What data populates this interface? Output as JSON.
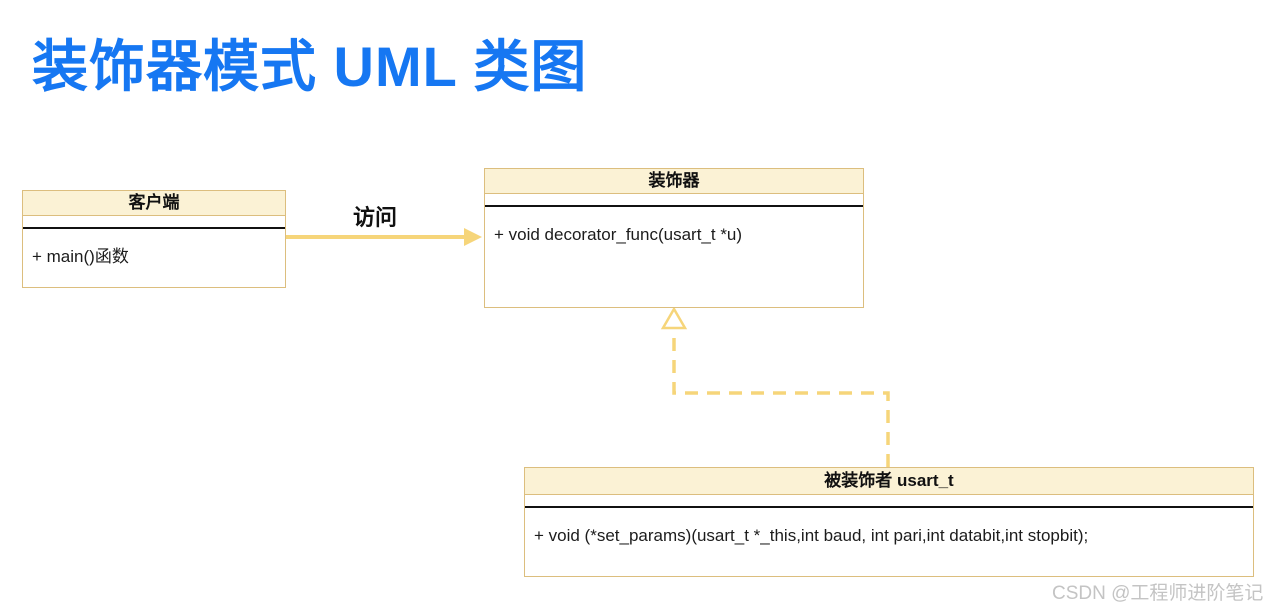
{
  "title": {
    "text": "装饰器模式 UML 类图"
  },
  "colors": {
    "title_blue": "#1677f2",
    "box_border": "#dcbe7e",
    "header_fill": "#fbf2d5",
    "connector_gold": "#f6d57a",
    "compartment_line": "#111111",
    "method_text": "#1c1c1c",
    "watermark_gray": "#c4c4c4"
  },
  "classes": [
    {
      "title": "客户端",
      "methods": [
        "+ main()函数"
      ]
    },
    {
      "title": "装饰器",
      "methods": [
        "+ void decorator_func(usart_t *u)"
      ]
    },
    {
      "title": "被装饰者 usart_t",
      "methods": [
        "+ void (*set_params)(usart_t *_this,int baud, int pari,int databit,int stopbit);"
      ]
    }
  ],
  "connectors": [
    {
      "type": "solid-arrow",
      "label": "访问",
      "from": "客户端",
      "to": "装饰器"
    },
    {
      "type": "dashed-hollow-triangle-arrow",
      "label": "",
      "from": "被装饰者 usart_t",
      "to": "装饰器"
    }
  ],
  "watermark": {
    "text": "CSDN @工程师进阶笔记"
  }
}
